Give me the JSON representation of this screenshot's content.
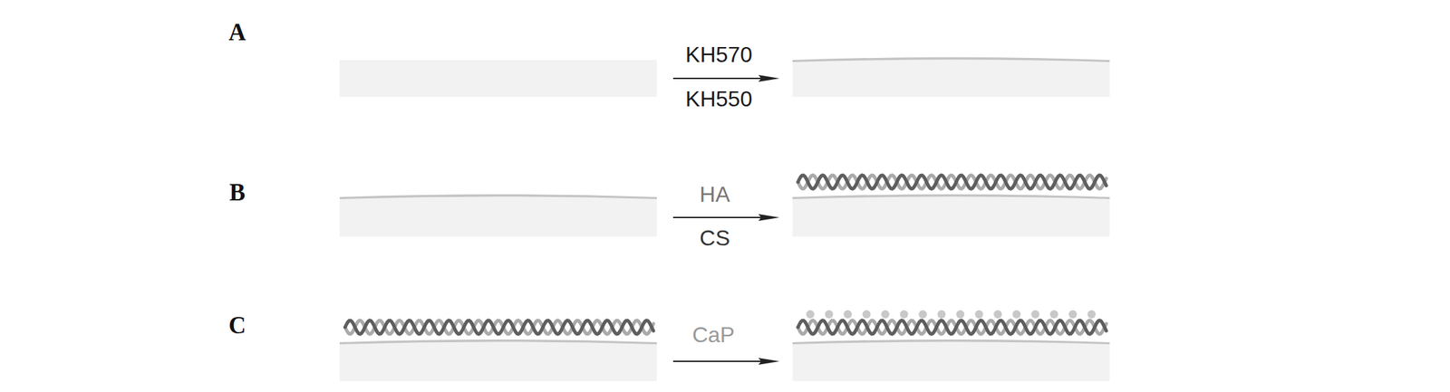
{
  "diagram": {
    "labels": [
      "A",
      "KH570",
      "KH550",
      "B",
      "HA",
      "CS",
      "C",
      "CaP"
    ]
  }
}
